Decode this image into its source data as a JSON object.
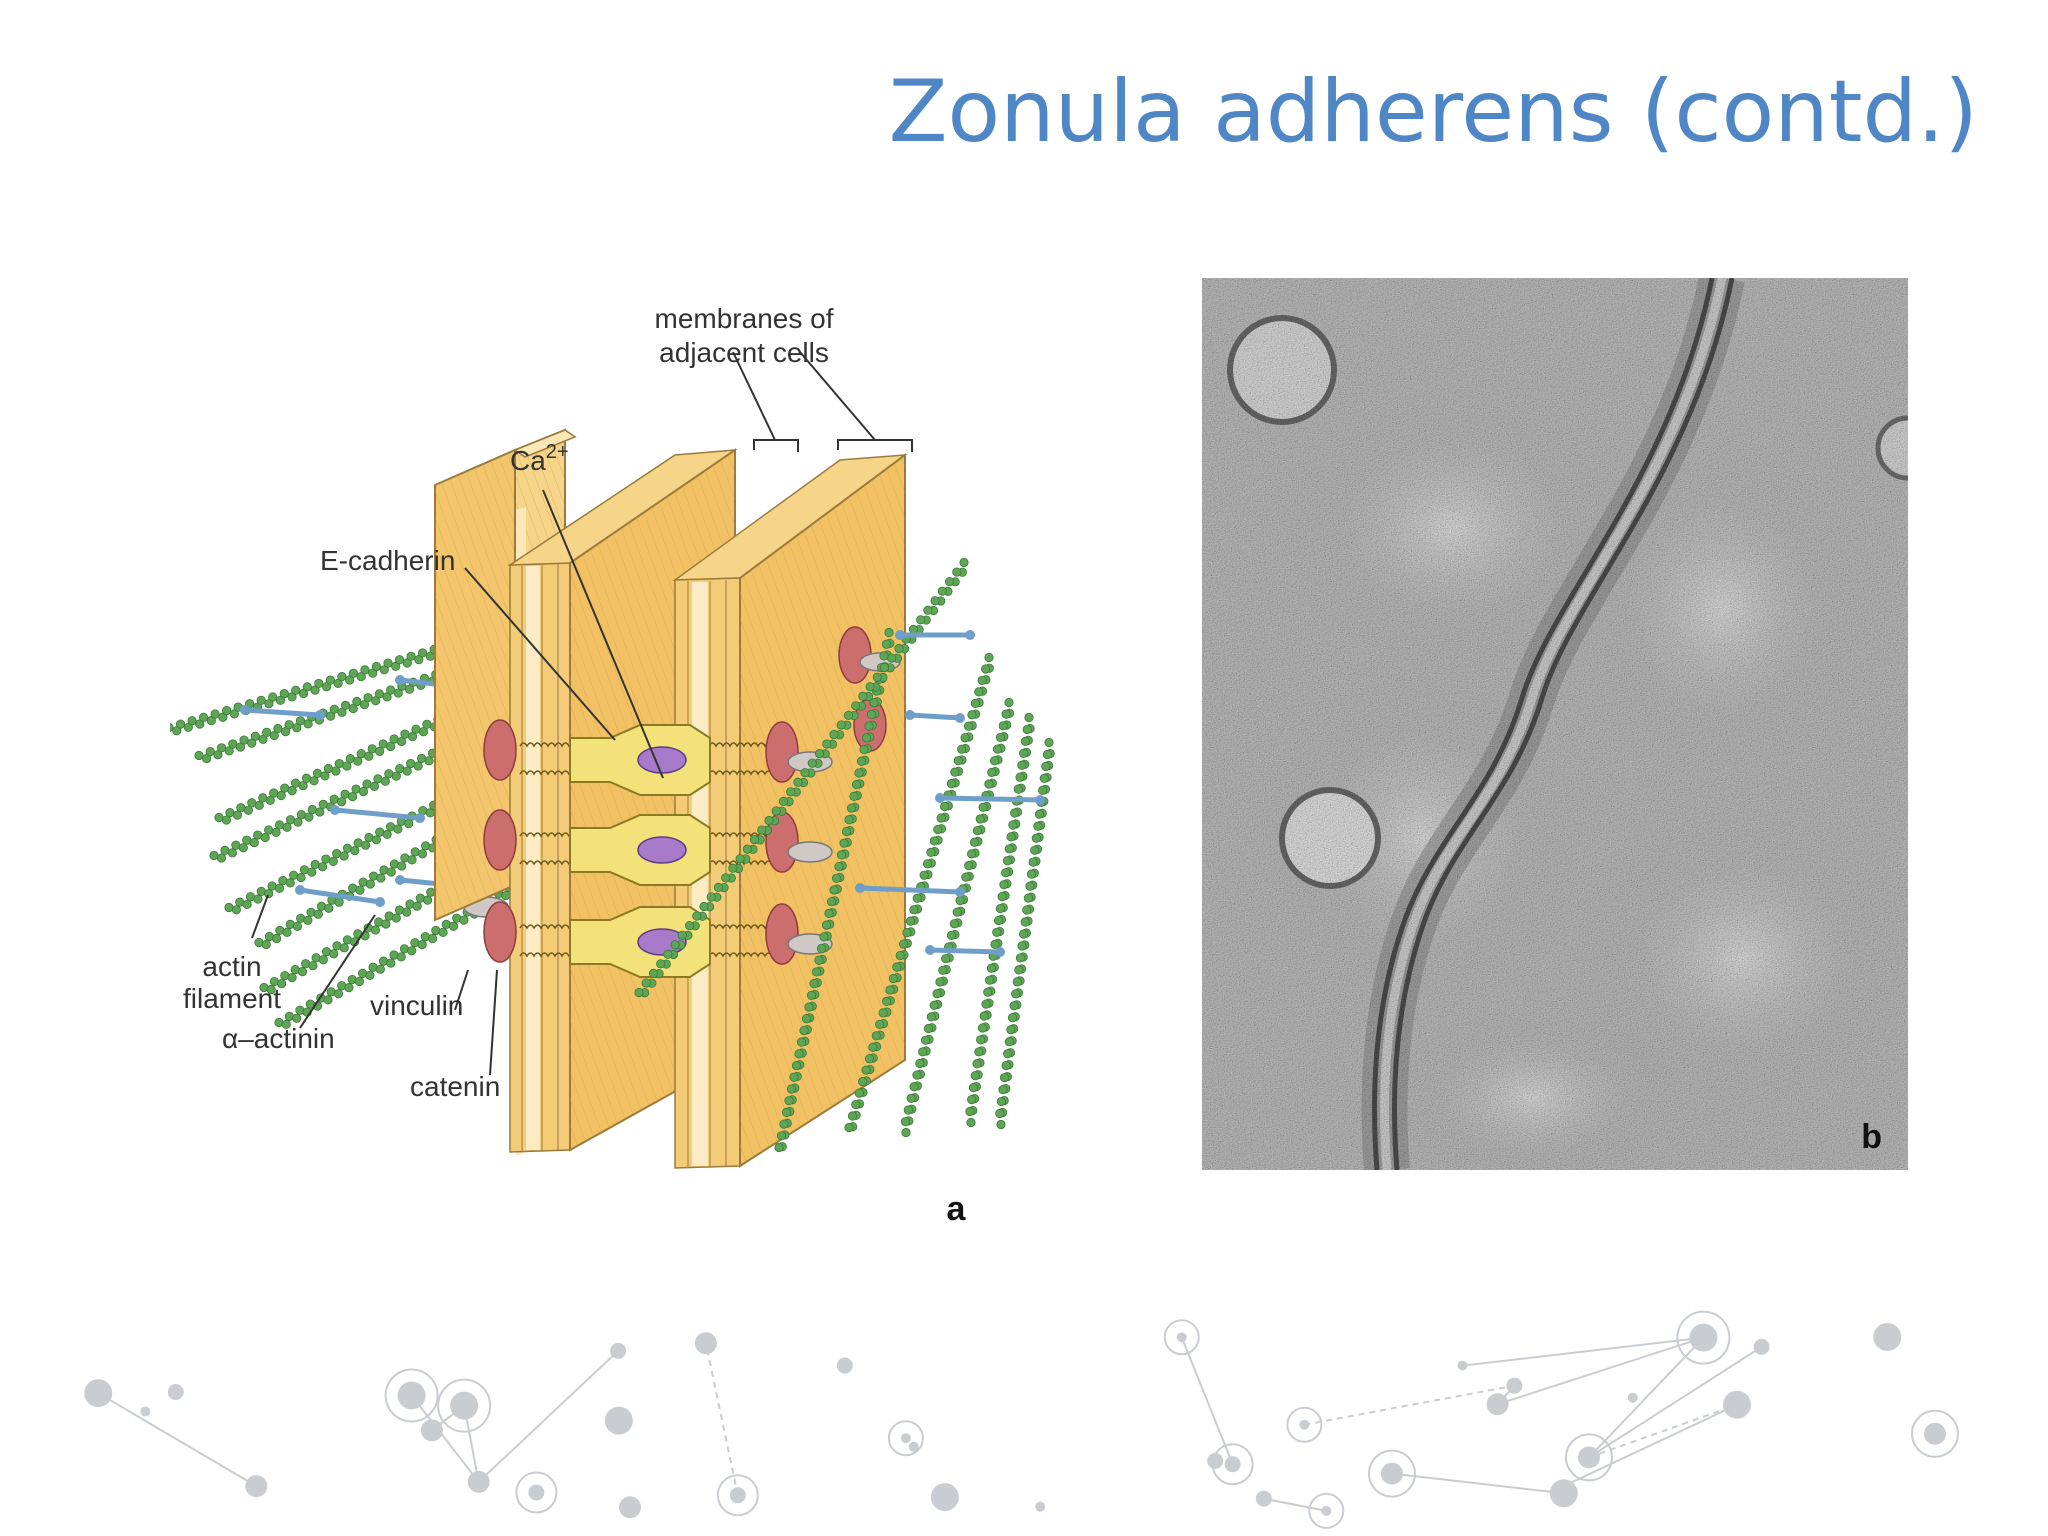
{
  "slide": {
    "title": "Zonula adherens (contd.)"
  },
  "figure_a": {
    "labels": {
      "membranes_line1": "membranes of",
      "membranes_line2": "adjacent cells",
      "ca": "Ca",
      "ca_sup": "2+",
      "e_cadherin": "E-cadherin",
      "actin_line1": "actin",
      "actin_line2": "filament",
      "alpha_actinin": "α–actinin",
      "vinculin": "vinculin",
      "catenin": "catenin"
    },
    "panel_letter": "a"
  },
  "figure_b": {
    "panel_letter": "b"
  },
  "colors": {
    "title": "#4f86c6",
    "membrane_face": "#f5cd7a",
    "membrane_side": "#f9e2a6",
    "actin": "#5fa556",
    "actinin": "#6f9fc9",
    "catenin": "#cc6e6e",
    "vinculin": "#cfc8c4",
    "cadherin": "#f3e27a",
    "calcium": "#a77bc9",
    "network": "#c9cdd2"
  }
}
